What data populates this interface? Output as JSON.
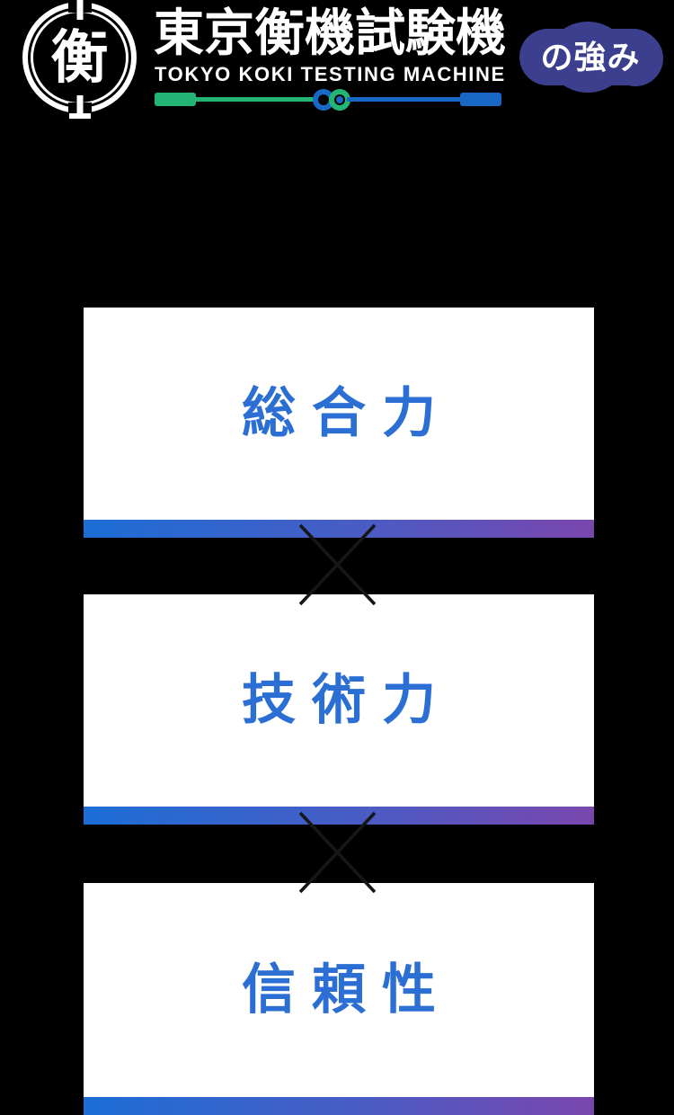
{
  "header": {
    "logo_kanji": "衡",
    "title": "東京衡機試験機",
    "subtitle": "TOKYO KOKI TESTING MACHINE",
    "badge_label": "の強み"
  },
  "connector_symbol": "×",
  "cards": [
    {
      "label": "総合力"
    },
    {
      "label": "技術力"
    },
    {
      "label": "信頼性"
    }
  ],
  "colors": {
    "background": "#000000",
    "text_white": "#ffffff",
    "badge_bg": "#3b3f8d",
    "divider_green": "#22b573",
    "divider_blue": "#1a68c6",
    "card_label_blue": "#2b6fd4",
    "bar_gradient_start": "#1b6ed6",
    "bar_gradient_end": "#7a46ae",
    "cross_dark": "#161616"
  }
}
